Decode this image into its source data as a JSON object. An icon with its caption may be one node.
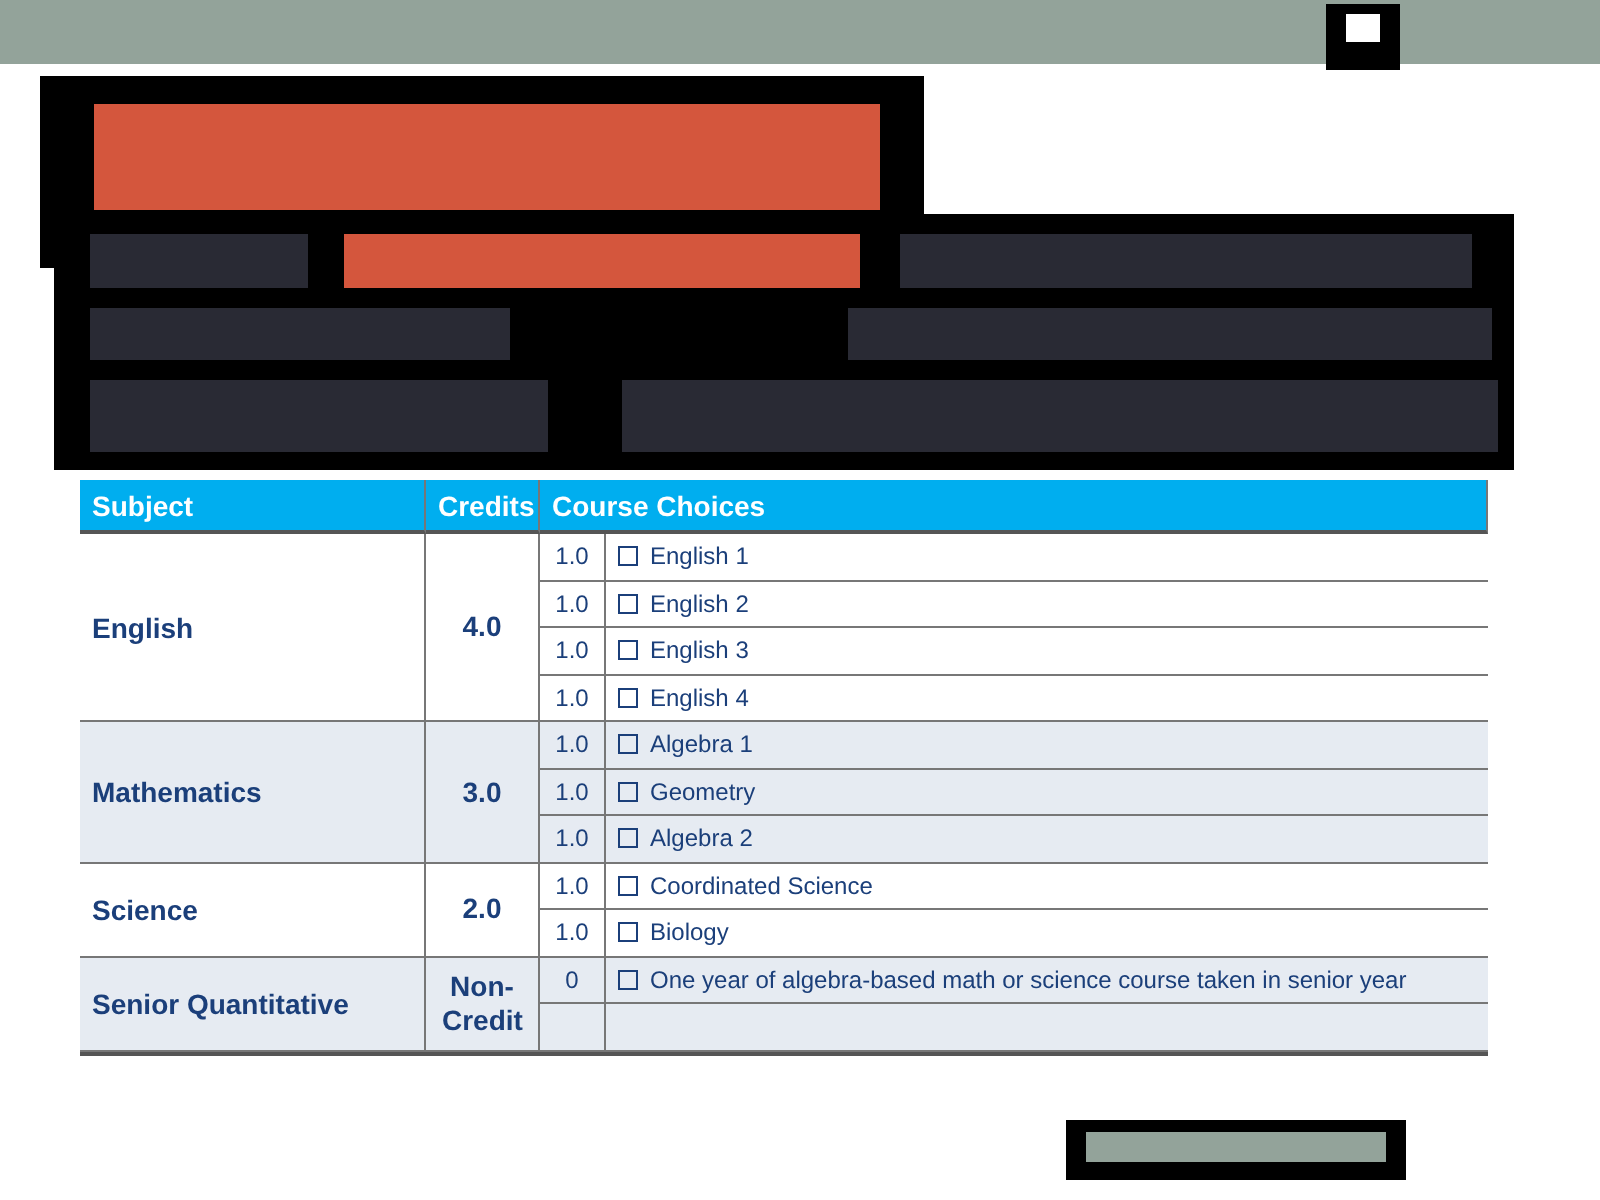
{
  "diagram": {
    "labels": [
      "Subject",
      "Credits",
      "Course Choices",
      "English",
      "4.0",
      "1.0",
      "English 1",
      "1.0",
      "English 2",
      "1.0",
      "English 3",
      "1.0",
      "English 4",
      "Mathematics",
      "3.0",
      "1.0",
      "Algebra 1",
      "1.0",
      "Geometry",
      "1.0",
      "Algebra 2",
      "Science",
      "2.0",
      "1.0",
      "Coordinated Science",
      "1.0",
      "Biology",
      "Senior Quantitative",
      "Non-Credit",
      "0",
      "One year of algebra-based math or science course taken in senior year"
    ]
  }
}
